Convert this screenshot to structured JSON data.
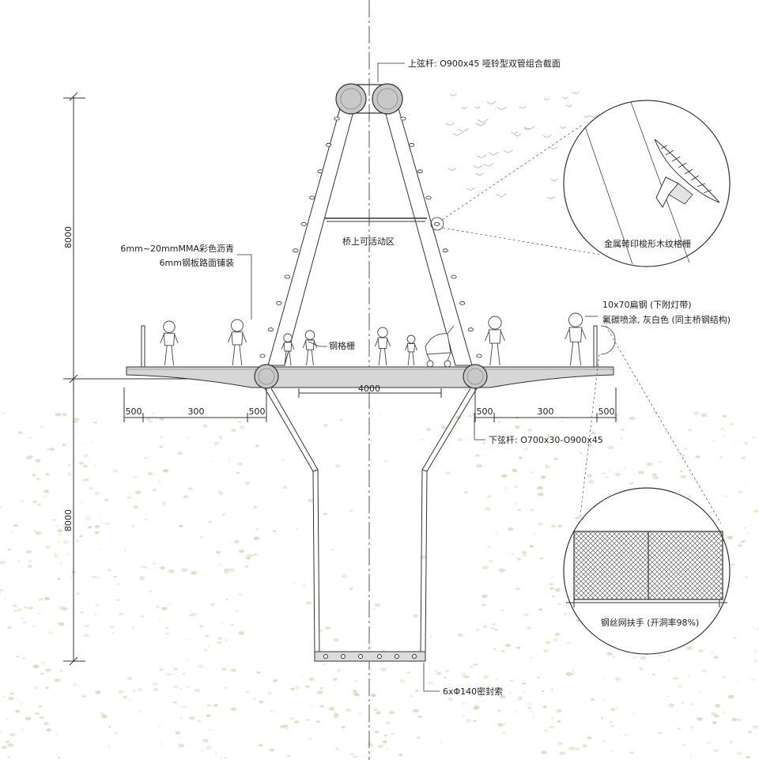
{
  "labels": {
    "top_chord": "上弦杆: O900x45 哑铃型双管组合截面",
    "activity_zone": "桥上可活动区",
    "paving_line1": "6mm~20mmMMA彩色沥青",
    "paving_line2": "6mm钢板路面铺装",
    "grating": "钢格栅",
    "flat_steel_line1": "10x70扁钢 (下附灯带)",
    "flat_steel_line2": "氟碳喷涂, 灰白色 (同主桥钢结构)",
    "bottom_chord": "下弦杆: O700x30-O900x45",
    "cables": "6xΦ140密封索",
    "detail_timber": "金属转印梭形木纹格栅",
    "detail_mesh": "钢丝网扶手 (开洞率98%)"
  },
  "dimensions": {
    "height_upper": "8000",
    "height_lower": "8000",
    "deck_width": "4000",
    "left_500a": "500",
    "left_300": "300",
    "left_500b": "500",
    "right_500a": "500",
    "right_300": "300",
    "right_500b": "500"
  },
  "colors": {
    "line": "#333333",
    "chord_fill": "#c8c8c8",
    "foliage": "#cfdcb4",
    "bird": "#c4c4c4"
  }
}
